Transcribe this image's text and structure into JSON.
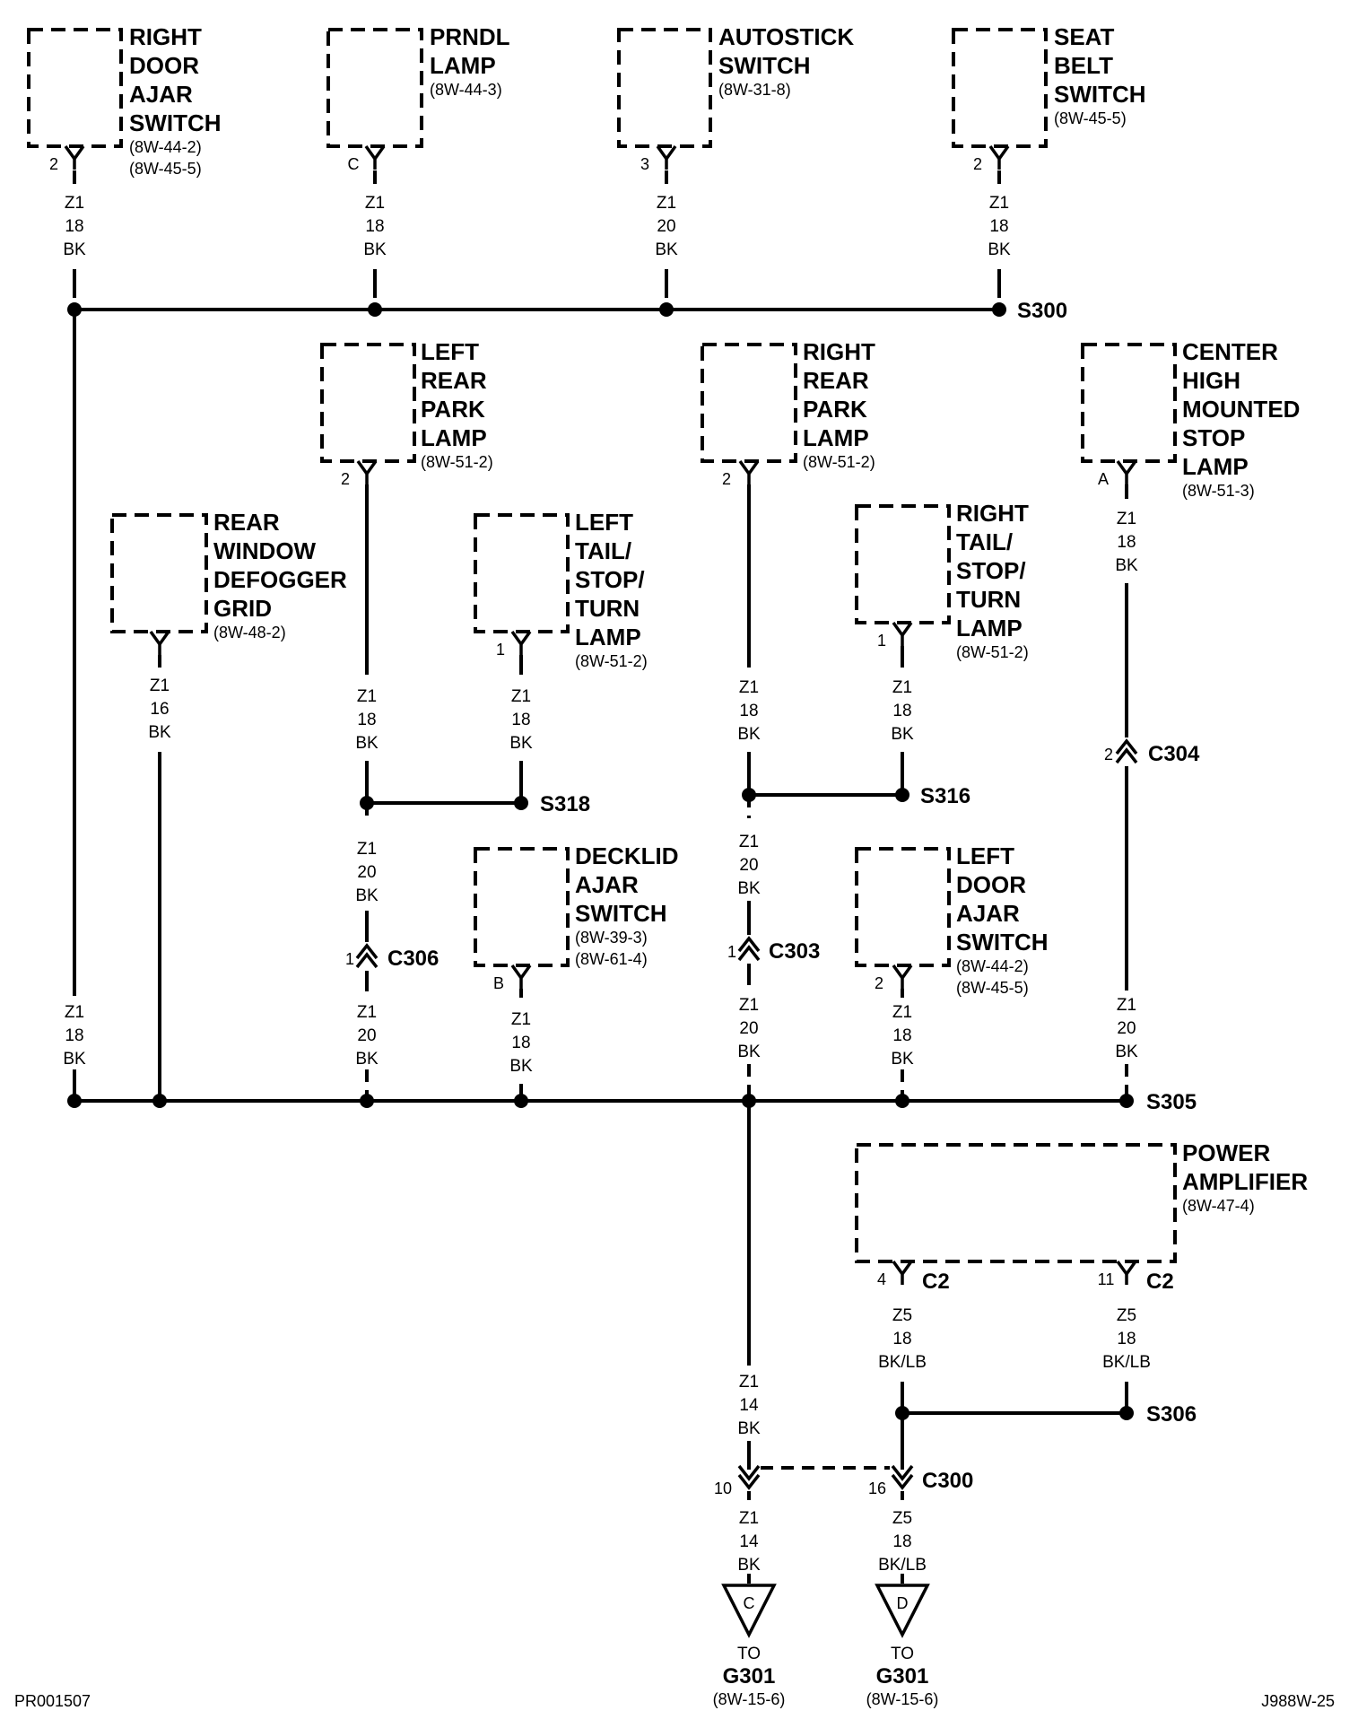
{
  "components": [
    {
      "id": "right-door-ajar-switch",
      "name": [
        "RIGHT",
        "DOOR",
        "AJAR",
        "SWITCH"
      ],
      "refs": [
        "(8W-44-2)",
        "(8W-45-5)"
      ],
      "pin": "2"
    },
    {
      "id": "prndl-lamp",
      "name": [
        "PRNDL",
        "LAMP"
      ],
      "refs": [
        "(8W-44-3)"
      ],
      "pin": "C"
    },
    {
      "id": "autostick-switch",
      "name": [
        "AUTOSTICK",
        "SWITCH"
      ],
      "refs": [
        "(8W-31-8)"
      ],
      "pin": "3"
    },
    {
      "id": "seat-belt-switch",
      "name": [
        "SEAT",
        "BELT",
        "SWITCH"
      ],
      "refs": [
        "(8W-45-5)"
      ],
      "pin": "2"
    },
    {
      "id": "left-rear-park-lamp",
      "name": [
        "LEFT",
        "REAR",
        "PARK",
        "LAMP"
      ],
      "refs": [
        "(8W-51-2)"
      ],
      "pin": "2"
    },
    {
      "id": "right-rear-park-lamp",
      "name": [
        "RIGHT",
        "REAR",
        "PARK",
        "LAMP"
      ],
      "refs": [
        "(8W-51-2)"
      ],
      "pin": "2"
    },
    {
      "id": "center-high-mounted-stop-lamp",
      "name": [
        "CENTER",
        "HIGH",
        "MOUNTED",
        "STOP",
        "LAMP"
      ],
      "refs": [
        "(8W-51-3)"
      ],
      "pin": "A"
    },
    {
      "id": "rear-window-defogger-grid",
      "name": [
        "REAR",
        "WINDOW",
        "DEFOGGER",
        "GRID"
      ],
      "refs": [
        "(8W-48-2)"
      ],
      "pin": ""
    },
    {
      "id": "left-tail-stop-turn-lamp",
      "name": [
        "LEFT",
        "TAIL/",
        "STOP/",
        "TURN",
        "LAMP"
      ],
      "refs": [
        "(8W-51-2)"
      ],
      "pin": "1"
    },
    {
      "id": "right-tail-stop-turn-lamp",
      "name": [
        "RIGHT",
        "TAIL/",
        "STOP/",
        "TURN",
        "LAMP"
      ],
      "refs": [
        "(8W-51-2)"
      ],
      "pin": "1"
    },
    {
      "id": "decklid-ajar-switch",
      "name": [
        "DECKLID",
        "AJAR",
        "SWITCH"
      ],
      "refs": [
        "(8W-39-3)",
        "(8W-61-4)"
      ],
      "pin": "B"
    },
    {
      "id": "left-door-ajar-switch",
      "name": [
        "LEFT",
        "DOOR",
        "AJAR",
        "SWITCH"
      ],
      "refs": [
        "(8W-44-2)",
        "(8W-45-5)"
      ],
      "pin": "2"
    },
    {
      "id": "power-amplifier",
      "name": [
        "POWER",
        "AMPLIFIER"
      ],
      "refs": [
        "(8W-47-4)"
      ],
      "pin": ""
    }
  ],
  "amp_pins": [
    {
      "pin": "4",
      "connector": "C2"
    },
    {
      "pin": "11",
      "connector": "C2"
    }
  ],
  "wires": [
    {
      "id": "w-rdas",
      "lines": [
        "Z1",
        "18",
        "BK"
      ]
    },
    {
      "id": "w-prndl",
      "lines": [
        "Z1",
        "18",
        "BK"
      ]
    },
    {
      "id": "w-auto",
      "lines": [
        "Z1",
        "20",
        "BK"
      ]
    },
    {
      "id": "w-seat",
      "lines": [
        "Z1",
        "18",
        "BK"
      ]
    },
    {
      "id": "w-left-main",
      "lines": [
        "Z1",
        "18",
        "BK"
      ]
    },
    {
      "id": "w-defog",
      "lines": [
        "Z1",
        "16",
        "BK"
      ]
    },
    {
      "id": "w-lrpl",
      "lines": [
        "Z1",
        "18",
        "BK"
      ]
    },
    {
      "id": "w-ltsl",
      "lines": [
        "Z1",
        "18",
        "BK"
      ]
    },
    {
      "id": "w-s318-down",
      "lines": [
        "Z1",
        "20",
        "BK"
      ]
    },
    {
      "id": "w-c306-down",
      "lines": [
        "Z1",
        "20",
        "BK"
      ]
    },
    {
      "id": "w-decklid",
      "lines": [
        "Z1",
        "18",
        "BK"
      ]
    },
    {
      "id": "w-rrpl",
      "lines": [
        "Z1",
        "18",
        "BK"
      ]
    },
    {
      "id": "w-rtsl",
      "lines": [
        "Z1",
        "18",
        "BK"
      ]
    },
    {
      "id": "w-s316-down",
      "lines": [
        "Z1",
        "20",
        "BK"
      ]
    },
    {
      "id": "w-c303-down",
      "lines": [
        "Z1",
        "20",
        "BK"
      ]
    },
    {
      "id": "w-ldas",
      "lines": [
        "Z1",
        "18",
        "BK"
      ]
    },
    {
      "id": "w-chmsl",
      "lines": [
        "Z1",
        "18",
        "BK"
      ]
    },
    {
      "id": "w-c304-down",
      "lines": [
        "Z1",
        "20",
        "BK"
      ]
    },
    {
      "id": "w-amp4",
      "lines": [
        "Z5",
        "18",
        "BK/LB"
      ]
    },
    {
      "id": "w-amp11",
      "lines": [
        "Z5",
        "18",
        "BK/LB"
      ]
    },
    {
      "id": "w-ground-main",
      "lines": [
        "Z1",
        "14",
        "BK"
      ]
    },
    {
      "id": "w-ground-c",
      "lines": [
        "Z1",
        "14",
        "BK"
      ]
    },
    {
      "id": "w-ground-d",
      "lines": [
        "Z5",
        "18",
        "BK/LB"
      ]
    }
  ],
  "splices": [
    "S300",
    "S318",
    "S316",
    "S305",
    "S306"
  ],
  "connectors": [
    {
      "id": "C306",
      "pin": "1"
    },
    {
      "id": "C303",
      "pin": "1"
    },
    {
      "id": "C304",
      "pin": "2"
    },
    {
      "id": "C300",
      "pins": [
        "10",
        "16"
      ]
    }
  ],
  "grounds": [
    {
      "letter": "C",
      "to": "TO",
      "name": "G301",
      "ref": "(8W-15-6)"
    },
    {
      "letter": "D",
      "to": "TO",
      "name": "G301",
      "ref": "(8W-15-6)"
    }
  ],
  "footer": {
    "left": "PR001507",
    "right": "J988W-25"
  }
}
